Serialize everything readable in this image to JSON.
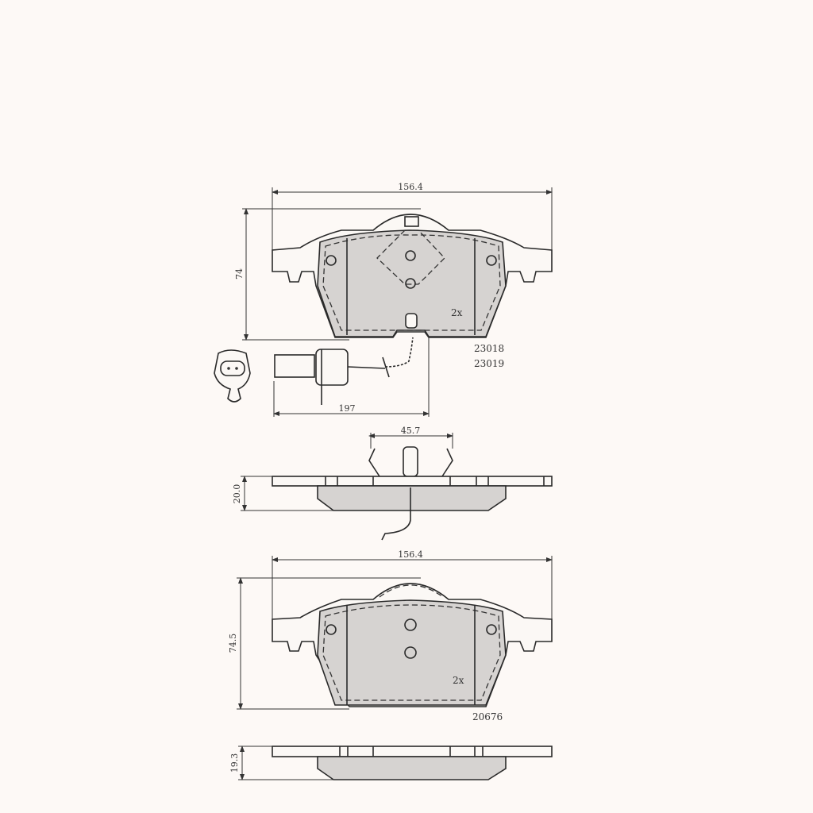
{
  "colors": {
    "background": "#fdf9f6",
    "friction_material": "#d6d3d1",
    "line": "#2a2a2a"
  },
  "top_pad": {
    "width_dim": "156.4",
    "height_dim": "74",
    "quantity": "2x",
    "part_numbers": [
      "23018",
      "23019"
    ],
    "sensor_length_dim": "197"
  },
  "side_view_1": {
    "thickness_dim": "20.0",
    "spring_width_dim": "45.7"
  },
  "bottom_pad": {
    "width_dim": "156.4",
    "height_dim": "74.5",
    "quantity": "2x",
    "part_number": "20676"
  },
  "side_view_2": {
    "thickness_dim": "19.3"
  }
}
